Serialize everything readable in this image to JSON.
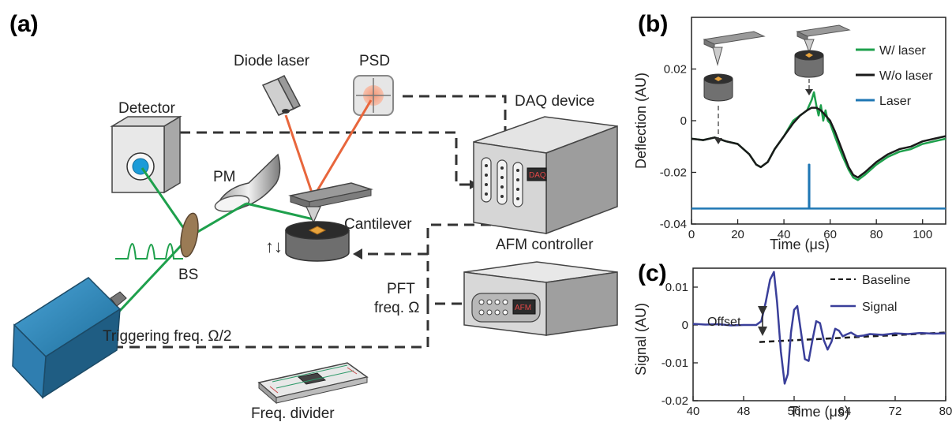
{
  "panel_a": {
    "label": "(a)",
    "components": {
      "diode_laser": "Diode laser",
      "psd": "PSD",
      "daq_device": "DAQ device",
      "detector": "Detector",
      "pm": "PM",
      "cantilever": "Cantilever",
      "bs": "BS",
      "afm_controller": "AFM controller",
      "pft_line1": "PFT",
      "pft_line2": "freq. Ω",
      "triggering": "Triggering freq. Ω/2",
      "freq_divider": "Freq. divider",
      "daq_screen": "DAQ",
      "afm_screen": "AFM"
    },
    "colors": {
      "laser_orange": "#E8663C",
      "beam_green": "#1EA04C",
      "pulse_laser_blue": "#3A8FC6",
      "bs_brown": "#9A7B55"
    }
  },
  "chart_data": [
    {
      "panel": "(b)",
      "type": "line",
      "title": "",
      "xlabel": "Time (μs)",
      "ylabel": "Deflection (AU)",
      "xlim": [
        0,
        110
      ],
      "ylim": [
        -0.04,
        0.04
      ],
      "xticks": [
        "0",
        "20",
        "40",
        "60",
        "80",
        "100"
      ],
      "yticks": [
        "-0.04",
        "-0.02",
        "0",
        "0.02"
      ],
      "legend_position": "top-right",
      "series": [
        {
          "name": "W/ laser",
          "color": "#1EA04C",
          "x": [
            0,
            5,
            10,
            15,
            20,
            25,
            28,
            30,
            33,
            36,
            40,
            44,
            47,
            50,
            52,
            53,
            54,
            55,
            56,
            57,
            58,
            59,
            60,
            62,
            65,
            68,
            70,
            72,
            75,
            80,
            85,
            90,
            95,
            100,
            105,
            110
          ],
          "y": [
            -0.007,
            -0.0075,
            -0.0065,
            -0.008,
            -0.009,
            -0.013,
            -0.017,
            -0.018,
            -0.016,
            -0.011,
            -0.006,
            0.0,
            0.002,
            0.004,
            0.008,
            0.011,
            0.006,
            0.002,
            0.006,
            0.0,
            0.004,
            0.0,
            -0.001,
            -0.006,
            -0.013,
            -0.019,
            -0.022,
            -0.023,
            -0.021,
            -0.017,
            -0.014,
            -0.012,
            -0.011,
            -0.009,
            -0.008,
            -0.007
          ]
        },
        {
          "name": "W/o laser",
          "color": "#1a1a1a",
          "x": [
            0,
            5,
            10,
            15,
            20,
            25,
            28,
            30,
            33,
            36,
            40,
            44,
            47,
            50,
            52,
            54,
            56,
            58,
            60,
            62,
            65,
            68,
            70,
            72,
            75,
            80,
            85,
            90,
            95,
            100,
            105,
            110
          ],
          "y": [
            -0.007,
            -0.0075,
            -0.0065,
            -0.008,
            -0.009,
            -0.013,
            -0.017,
            -0.018,
            -0.016,
            -0.011,
            -0.006,
            -0.001,
            0.002,
            0.004,
            0.005,
            0.005,
            0.004,
            0.002,
            0.0,
            -0.004,
            -0.011,
            -0.018,
            -0.021,
            -0.022,
            -0.02,
            -0.016,
            -0.013,
            -0.011,
            -0.01,
            -0.008,
            -0.007,
            -0.006
          ]
        },
        {
          "name": "Laser",
          "color": "#1f77b4",
          "x": [
            0,
            50.8,
            50.8,
            51.0,
            51.0,
            110
          ],
          "y": [
            -0.034,
            -0.034,
            -0.017,
            -0.017,
            -0.034,
            -0.034
          ]
        }
      ]
    },
    {
      "panel": "(c)",
      "type": "line",
      "title": "",
      "xlabel": "Time (μs)",
      "ylabel": "Signal (AU)",
      "xlim": [
        40,
        80
      ],
      "ylim": [
        -0.02,
        0.015
      ],
      "xticks": [
        "40",
        "48",
        "56",
        "64",
        "72",
        "80"
      ],
      "yticks": [
        "-0.02",
        "-0.01",
        "0",
        "0.01"
      ],
      "legend_position": "top-right",
      "annotation": "Offset",
      "series": [
        {
          "name": "Baseline",
          "color": "#1a1a1a",
          "dashed": true,
          "x": [
            50.5,
            80
          ],
          "y": [
            -0.0045,
            -0.002
          ]
        },
        {
          "name": "Signal",
          "color": "#3a3f9a",
          "x": [
            40,
            42,
            44,
            46,
            48,
            50,
            50.8,
            51.5,
            52.2,
            52.8,
            53.3,
            53.9,
            54.5,
            55.0,
            55.5,
            56.0,
            56.5,
            57.1,
            57.7,
            58.3,
            58.9,
            59.5,
            60.1,
            60.7,
            61.3,
            61.9,
            62.5,
            63.1,
            63.7,
            64.3,
            65.0,
            66.0,
            67.0,
            68.0,
            70.0,
            72.0,
            74.0,
            76.0,
            78.0,
            80.0
          ],
          "y": [
            0.0003,
            0.0001,
            0.0002,
            -0.0001,
            0.0,
            0.0,
            0.001,
            0.006,
            0.012,
            0.014,
            0.006,
            -0.007,
            -0.0155,
            -0.013,
            -0.002,
            0.004,
            0.005,
            -0.002,
            -0.009,
            -0.0095,
            -0.004,
            0.001,
            0.0005,
            -0.004,
            -0.0065,
            -0.0045,
            -0.001,
            -0.0015,
            -0.003,
            -0.0025,
            -0.002,
            -0.003,
            -0.0028,
            -0.0024,
            -0.0026,
            -0.0022,
            -0.0024,
            -0.0021,
            -0.0023,
            -0.0022
          ]
        }
      ]
    }
  ]
}
